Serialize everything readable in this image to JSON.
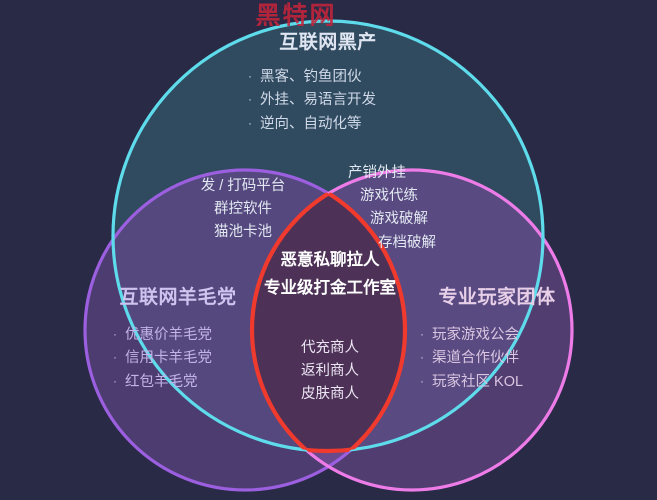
{
  "watermark": {
    "text": "黑特网"
  },
  "diagram": {
    "type": "venn",
    "sets": 3,
    "background_color": "#282a46",
    "groups": [
      {
        "id": "top",
        "title": "互联网黑产",
        "stroke_color": "#5fdcec",
        "fill_color": "#2f5a6b",
        "items": [
          "黑客、钓鱼团伙",
          "外挂、易语言开发",
          "逆向、自动化等"
        ]
      },
      {
        "id": "left",
        "title": "互联网羊毛党",
        "stroke_color": "#9c5fe0",
        "fill_color": "#483a66",
        "items": [
          "优惠价羊毛党",
          "信用卡羊毛党",
          "红包羊毛党"
        ]
      },
      {
        "id": "right",
        "title": "专业玩家团体",
        "stroke_color": "#ee7ce8",
        "fill_color": "#4b3a66",
        "items": [
          "玩家游戏公会",
          "渠道合作伙伴",
          "玩家社区 KOL"
        ]
      }
    ],
    "intersections": {
      "top_left": {
        "lines": [
          "发 / 打码平台",
          "群控软件",
          "猫池卡池"
        ]
      },
      "top_right": {
        "lines": [
          "产销外挂",
          "游戏代练",
          "游戏破解",
          "存档破解"
        ]
      },
      "bottom": {
        "lines": [
          "代充商人",
          "返利商人",
          "皮肤商人"
        ]
      },
      "center": {
        "lines": [
          "恶意私聊拉人",
          "专业级打金工作室"
        ],
        "highlight_color": "#f03a2e",
        "fill_color": "#4a2f4d"
      }
    }
  }
}
